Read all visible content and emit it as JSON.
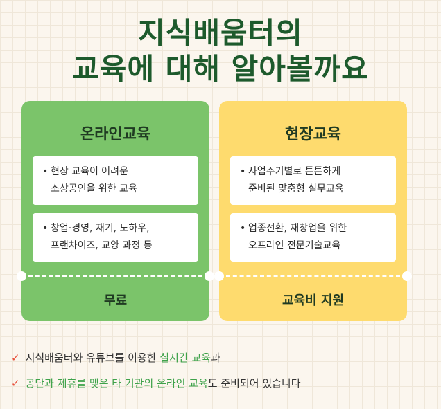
{
  "title": {
    "line1": "지식배움터의",
    "line2": "교육에 대해 알아볼까요"
  },
  "cards": [
    {
      "title": "온라인교육",
      "items": [
        "현장 교육이 어려운\n소상공인을 위한 교육",
        "창업·경영, 재기, 노하우,\n프랜차이즈, 교양 과정 등"
      ],
      "footer": "무료",
      "color": "#7bc46a"
    },
    {
      "title": "현장교육",
      "items": [
        "사업주기별로 튼튼하게\n준비된 맞춤형 실무교육",
        "업종전환, 재창업을 위한\n오프라인 전문기술교육"
      ],
      "footer": "교육비 지원",
      "color": "#fedb6e"
    }
  ],
  "bullet": "•",
  "notes": [
    {
      "check": "✓",
      "before": "지식배움터와 유튜브를 이용한 ",
      "highlight": "실시간 교육",
      "after": "과"
    },
    {
      "check": "✓",
      "before": "",
      "highlight": "공단과 제휴를 맺은 타 기관의 온라인 교육",
      "after": "도 준비되어 있습니다"
    }
  ],
  "colors": {
    "title": "#1d5a2c",
    "highlight": "#3ea24a",
    "check": "#e8513c"
  }
}
